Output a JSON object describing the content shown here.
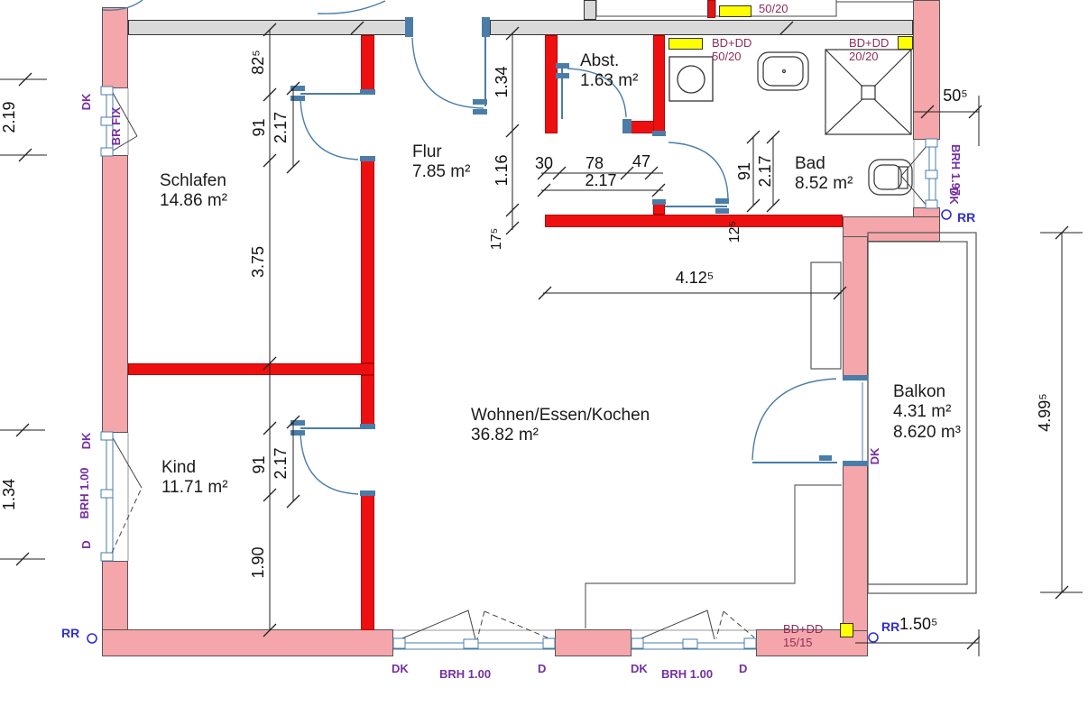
{
  "drawing": {
    "kind": "apartment floor plan"
  },
  "rooms": {
    "schlafen": {
      "name": "Schlafen",
      "area": "14.86 m²"
    },
    "kind": {
      "name": "Kind",
      "area": "11.71 m²"
    },
    "flur": {
      "name": "Flur",
      "area": "7.85 m²"
    },
    "abstell": {
      "name": "Abst.",
      "area": "1.63 m²"
    },
    "bad": {
      "name": "Bad",
      "area": "8.52 m²"
    },
    "wohnen": {
      "name": "Wohnen/Essen/Kochen",
      "area": "36.82 m²"
    },
    "balkon": {
      "name": "Balkon",
      "area": "4.31 m²",
      "volume": "8.620 m³"
    }
  },
  "dims": {
    "outer_left_upper": "2.19",
    "outer_left_lower": "1.34",
    "schlafen_top": "82⁵",
    "door_schlafen_clear": "91",
    "door_schlafen_full": "2.17",
    "schlafen_inner": "3.75",
    "door_kind_clear": "91",
    "door_kind_full": "2.17",
    "kind_inner": "1.90",
    "entry_upper": "1.34",
    "entry_lower": "1.16",
    "wall_thickness": "17⁵",
    "flur_30": "30",
    "flur_78": "78",
    "flur_47": "47",
    "flur_total": "2.17",
    "door_bad_clear": "91",
    "door_bad_full": "2.17",
    "bad_wall": "12⁵",
    "wohnen_width": "4.12⁵",
    "right_jog": "50⁵",
    "balkon_length": "4.99⁵",
    "balkon_width": "1.50⁵"
  },
  "ann": {
    "dk": "DK",
    "d": "D",
    "brh_100": "BRH 1.00",
    "br_fix": "BR FIX",
    "brh_197": "BRH 1.97",
    "rr": "RR",
    "bd_dd": "BD+DD",
    "s5020": "50/20",
    "s2020": "20/20",
    "s1515": "15/15"
  },
  "colors": {
    "load_bearing_wall": "#ee1010",
    "exterior_wall": "#f4a6aa",
    "top_wall": "#d9d9d9",
    "marker": "#ffff00",
    "joinery": "#4a7da8",
    "label_purple": "#7430a0",
    "label_magenta": "#8f2c5a",
    "label_blue": "#2f2fd3"
  }
}
